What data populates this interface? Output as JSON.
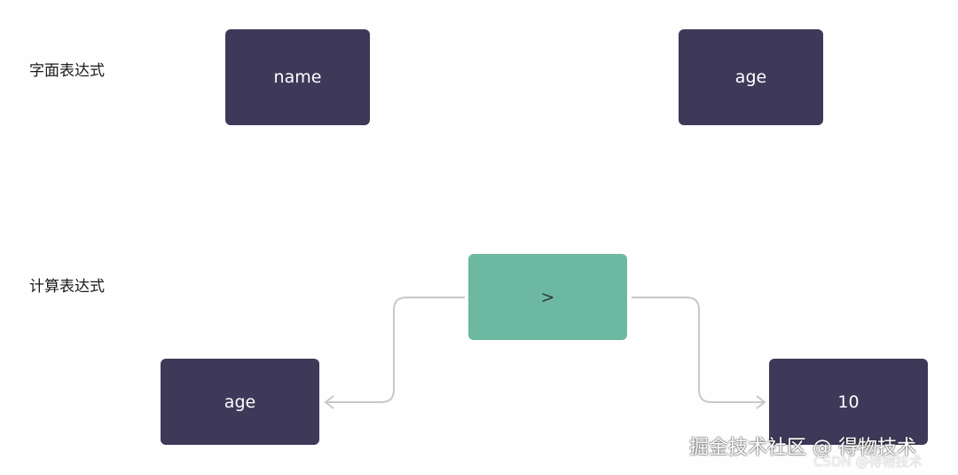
{
  "labels": {
    "literal": "字面表达式",
    "computed": "计算表达式"
  },
  "nodes": {
    "name": "name",
    "age_top": "age",
    "operator": ">",
    "age_bottom": "age",
    "ten": "10"
  },
  "watermarks": {
    "juejin": "掘金技术社区 @ 得物技术",
    "csdn": "CSDN @得物技术"
  },
  "colors": {
    "node_dark": "#3e3859",
    "node_operator": "#6db8a1",
    "edge": "#c8c8c8"
  }
}
